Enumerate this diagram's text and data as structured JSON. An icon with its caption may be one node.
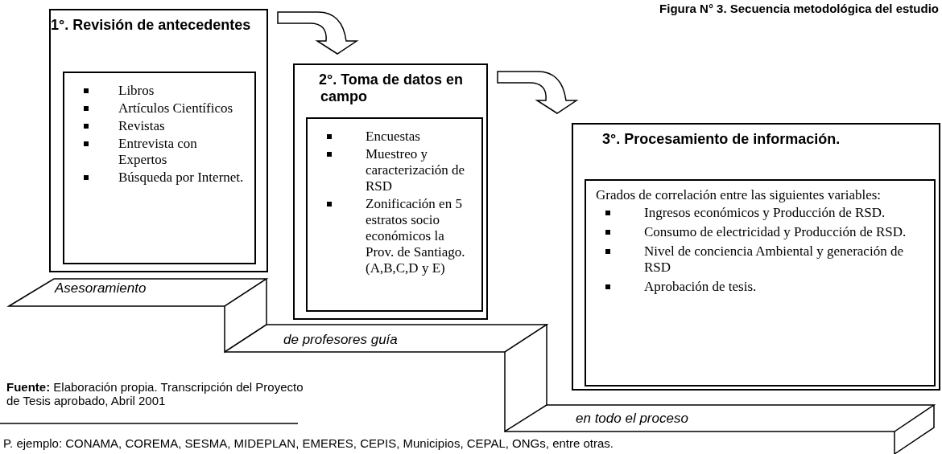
{
  "diagram": {
    "title": "Figura N° 3. Secuencia metodológica del estudio",
    "nodes": [
      {
        "text": [
          "1°. Revisión de antecedentes"
        ]
      },
      {
        "text": [
          "Libros",
          "Artículos Científicos",
          "Revistas",
          "Entrevista con Expertos",
          "Búsqueda por Internet."
        ],
        "in": 0
      },
      {
        "text": [
          "2°. Toma de datos en campo"
        ]
      },
      {
        "text": [
          "Encuestas",
          "Muestreo y caracterización de RSD",
          "Zonificación en 5 estratos socio económicos la Prov. de Santiago. (A,B,C,D y E)"
        ],
        "in": 2
      },
      {
        "text": [
          "3°. Procesamiento de información."
        ]
      },
      {
        "text": [
          "Grados de correlación entre las siguientes variables:",
          "Ingresos económicos y Producción de RSD.",
          "Consumo de electricidad y Producción de RSD.",
          "Nivel de conciencia Ambiental y generación de RSD",
          "Aprobación de tesis."
        ],
        "in": 4
      }
    ],
    "edges": [
      {
        "from": 0,
        "to": 2,
        "arrow": "to"
      },
      {
        "from": 2,
        "to": 4,
        "arrow": "to"
      }
    ],
    "labels": [
      "Asesoramiento",
      "de profesores guía",
      "en todo el proceso",
      "**Fuente:** Elaboración propia. Transcripción del Proyecto de Tesis aprobado, Abril 2001",
      "P. ejemplo: CONAMA, COREMA, SESMA, MIDEPLAN, EMERES, CEPIS, Municipios, CEPAL, ONGs, entre otras."
    ]
  }
}
